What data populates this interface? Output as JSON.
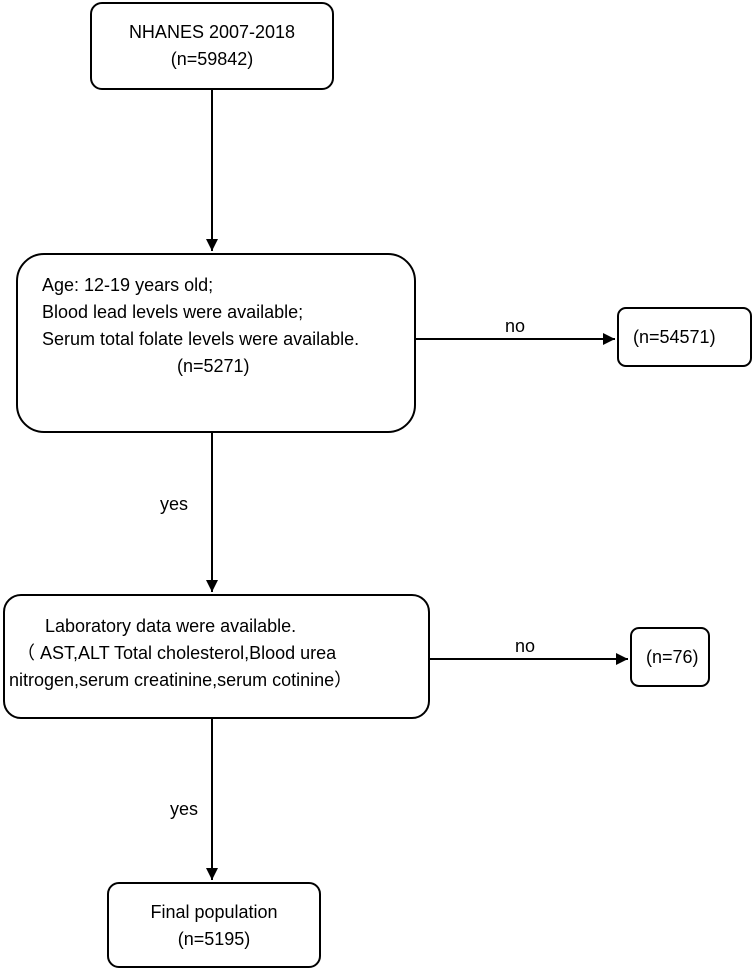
{
  "boxes": {
    "start": {
      "line1": "NHANES 2007-2018",
      "line2": "(n=59842)"
    },
    "criteria": {
      "line1": "Age: 12-19 years old;",
      "line2": "Blood lead levels were available;",
      "line3": "Serum total folate levels were available.",
      "line4": "(n=5271)"
    },
    "exclusion1": {
      "line1": "(n=54571)"
    },
    "laboratory": {
      "line1": "Laboratory data were available.",
      "line2": "（ AST,ALT  Total  cholesterol,Blood  urea",
      "line3": "nitrogen,serum creatinine,serum cotinine）"
    },
    "exclusion2": {
      "line1": "(n=76)"
    },
    "final": {
      "line1": "Final population",
      "line2": "(n=5195)"
    }
  },
  "edge_labels": {
    "no_1": "no",
    "yes_1": "yes",
    "no_2": "no",
    "yes_2": "yes"
  },
  "colors": {
    "stroke": "#000000",
    "background": "#ffffff",
    "text": "#000000"
  }
}
